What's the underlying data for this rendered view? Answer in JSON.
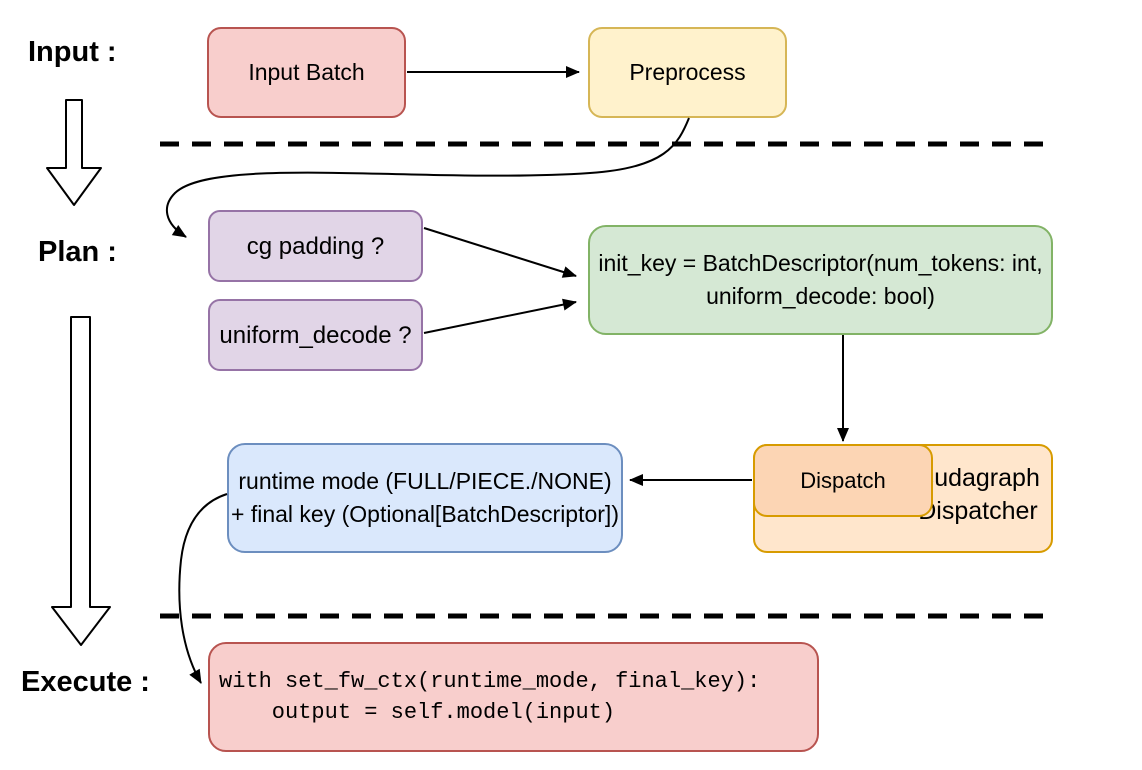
{
  "section_labels": {
    "input": "Input :",
    "plan": "Plan :",
    "execute": "Execute :"
  },
  "nodes": {
    "input_batch": {
      "label": "Input Batch"
    },
    "preprocess": {
      "label": "Preprocess"
    },
    "cg_padding": {
      "label": "cg padding ?"
    },
    "uniform_decode": {
      "label": "uniform_decode ?"
    },
    "init_key": {
      "line1": "init_key = BatchDescriptor(num_tokens: int,",
      "line2": "uniform_decode: bool)"
    },
    "dispatch": {
      "label": "Dispatch"
    },
    "cudagraph_dispatcher": {
      "line1": "Cudagraph",
      "line2": "Dispatcher"
    },
    "runtime_result": {
      "line1": "runtime mode (FULL/PIECE./NONE)",
      "line2": "+ final key (Optional[BatchDescriptor])"
    },
    "execute_code": {
      "line1": "with set_fw_ctx(runtime_mode, final_key):",
      "line2": "    output = self.model(input)"
    }
  },
  "colors": {
    "red_fill": "#F8CECC",
    "red_stroke": "#B85450",
    "yellow_fill": "#FFF2CC",
    "yellow_stroke": "#D6B656",
    "purple_fill": "#E1D5E7",
    "purple_stroke": "#9673A6",
    "green_fill": "#D5E8D4",
    "green_stroke": "#82B366",
    "blue_fill": "#DAE8FC",
    "blue_stroke": "#6C8EBF",
    "orange_outer_fill": "#FFE6CC",
    "orange_inner_fill": "#FCD5B4",
    "orange_stroke": "#D79B00",
    "connector": "#000000"
  }
}
